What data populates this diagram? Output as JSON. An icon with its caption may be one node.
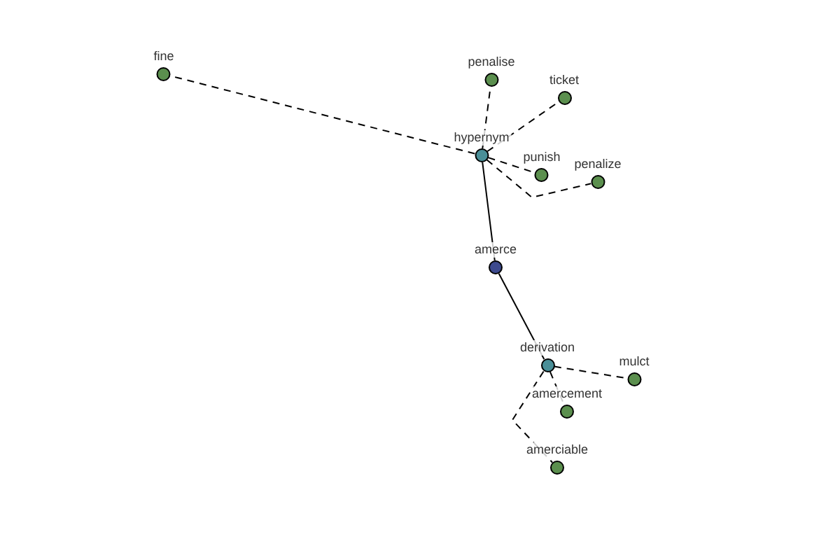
{
  "diagram": {
    "nodes": [
      {
        "text": [
          "fine"
        ]
      },
      {
        "text": [
          "penalise"
        ]
      },
      {
        "text": [
          "ticket"
        ]
      },
      {
        "text": [
          "hypernym"
        ]
      },
      {
        "text": [
          "punish"
        ]
      },
      {
        "text": [
          "penalize"
        ]
      },
      {
        "text": [
          "amerce"
        ]
      },
      {
        "text": [
          "derivation"
        ]
      },
      {
        "text": [
          "mulct"
        ]
      },
      {
        "text": [
          "amercement"
        ]
      },
      {
        "text": [
          "amerciable"
        ]
      }
    ],
    "edges": [
      {
        "from": 3,
        "to": 0,
        "arrow": "none",
        "style": "dashed"
      },
      {
        "from": 3,
        "to": 1,
        "arrow": "none",
        "style": "dashed"
      },
      {
        "from": 3,
        "to": 2,
        "arrow": "none",
        "style": "dashed"
      },
      {
        "from": 3,
        "to": 4,
        "arrow": "none",
        "style": "dashed"
      },
      {
        "from": 3,
        "to": 5,
        "arrow": "none",
        "style": "dashed"
      },
      {
        "from": 6,
        "to": 3,
        "arrow": "none"
      },
      {
        "from": 6,
        "to": 7,
        "arrow": "none"
      },
      {
        "from": 7,
        "to": 8,
        "arrow": "none",
        "style": "dashed"
      },
      {
        "from": 7,
        "to": 9,
        "arrow": "none",
        "style": "dashed"
      },
      {
        "from": 7,
        "to": 10,
        "arrow": "none",
        "style": "dashed"
      }
    ]
  }
}
